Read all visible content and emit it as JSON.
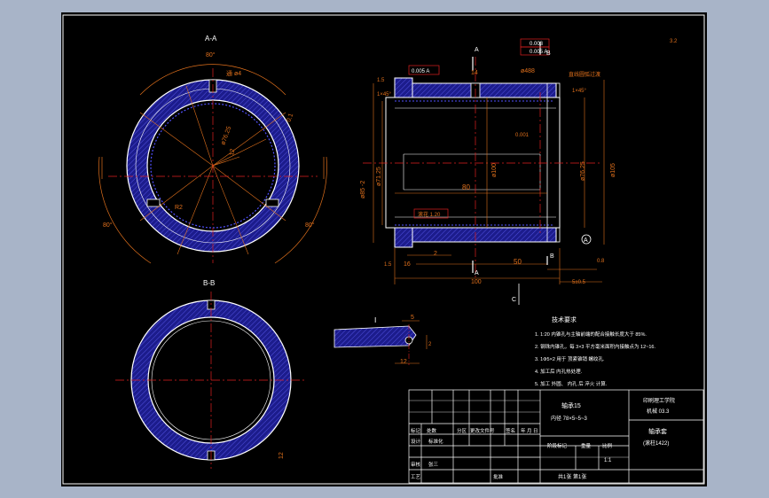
{
  "views": {
    "section_aa": "A-A",
    "section_bb": "B-B",
    "detail_i": "Ⅰ"
  },
  "dims": {
    "angle_top": "80°",
    "angle_left": "80°",
    "angle_right": "80°",
    "dia_hole": "通 ø4",
    "dia_76": "ø76.25",
    "r_small": "0.1",
    "r_12": "12",
    "r_2": "R2",
    "bb_12": "12",
    "tol_parallel": "0.005 A",
    "tol_1": "0.003",
    "tol_2": "0.005 A",
    "dim_14": "14",
    "dim_488": "ø488",
    "fillet_note": "直线圆弧过渡",
    "chamfer_l": "1.5",
    "chamfer_l2": "1×45°",
    "chamfer_r": "1×45°",
    "dia_85": "ø85 -2",
    "dia_71": "ø71.25",
    "dia_100": "ø100",
    "dia_765": "ø76.25",
    "dia_105": "ø105",
    "tol_dia": "0.001",
    "dim_80": "80",
    "note_r": "滚花 1.20",
    "dim_16": "16",
    "dim_2": "2",
    "dim_50": "50",
    "dim_100": "100",
    "dim_5": "5±0.5",
    "dim_08": "0.8",
    "dim_15": "1.5",
    "label_A": "A",
    "label_A2": "A",
    "label_B": "B",
    "label_B2": "B",
    "label_C": "C",
    "label_datum": "A",
    "rough_top": "3.2",
    "detail_5": "5",
    "detail_12": "12",
    "detail_2": "2"
  },
  "notes": {
    "title": "技术要求",
    "lines": [
      "1. 1:20 内锥孔与主轴前端的配合接触长度大于 85%.",
      "2. 钢珠内锥孔，每 3×3 平方毫米面积内接触点为 12~16.",
      "3. 1Φ5×2 用于 顶紧锥销 螺纹孔.",
      "4. 加工后 内孔热处理.",
      "5. 加工 外圆、 内孔 后 淬火 计算."
    ]
  },
  "titleblock": {
    "material": "轴承15",
    "material2": "内径 78×5~5~3",
    "school": "印刷理工学院",
    "school2": "机械 03.3",
    "part_name": "轴承套",
    "part_no": "(滚柱1422)",
    "h1": "标记",
    "h2": "处数",
    "h3": "分区",
    "h4": "更改文件号",
    "h5": "签名",
    "h6": "年 月 日",
    "r_design": "设计",
    "r_std": "标准化",
    "r_check": "审核",
    "r_craft": "工艺",
    "r_approve": "批准",
    "stage": "阶段标记",
    "weight": "重量",
    "scale": "比例",
    "scale_val": "1:1",
    "sheets": "共1张 第1张",
    "signer": "张三"
  },
  "colors": {
    "bg": "#000000",
    "outer": "#a8b4c8",
    "orange": "#e0701c",
    "red": "#e02020",
    "white": "#ffffff",
    "blue": "#3030c8",
    "hatch": "#2a2aa0",
    "cyan": "#40c8d8"
  }
}
